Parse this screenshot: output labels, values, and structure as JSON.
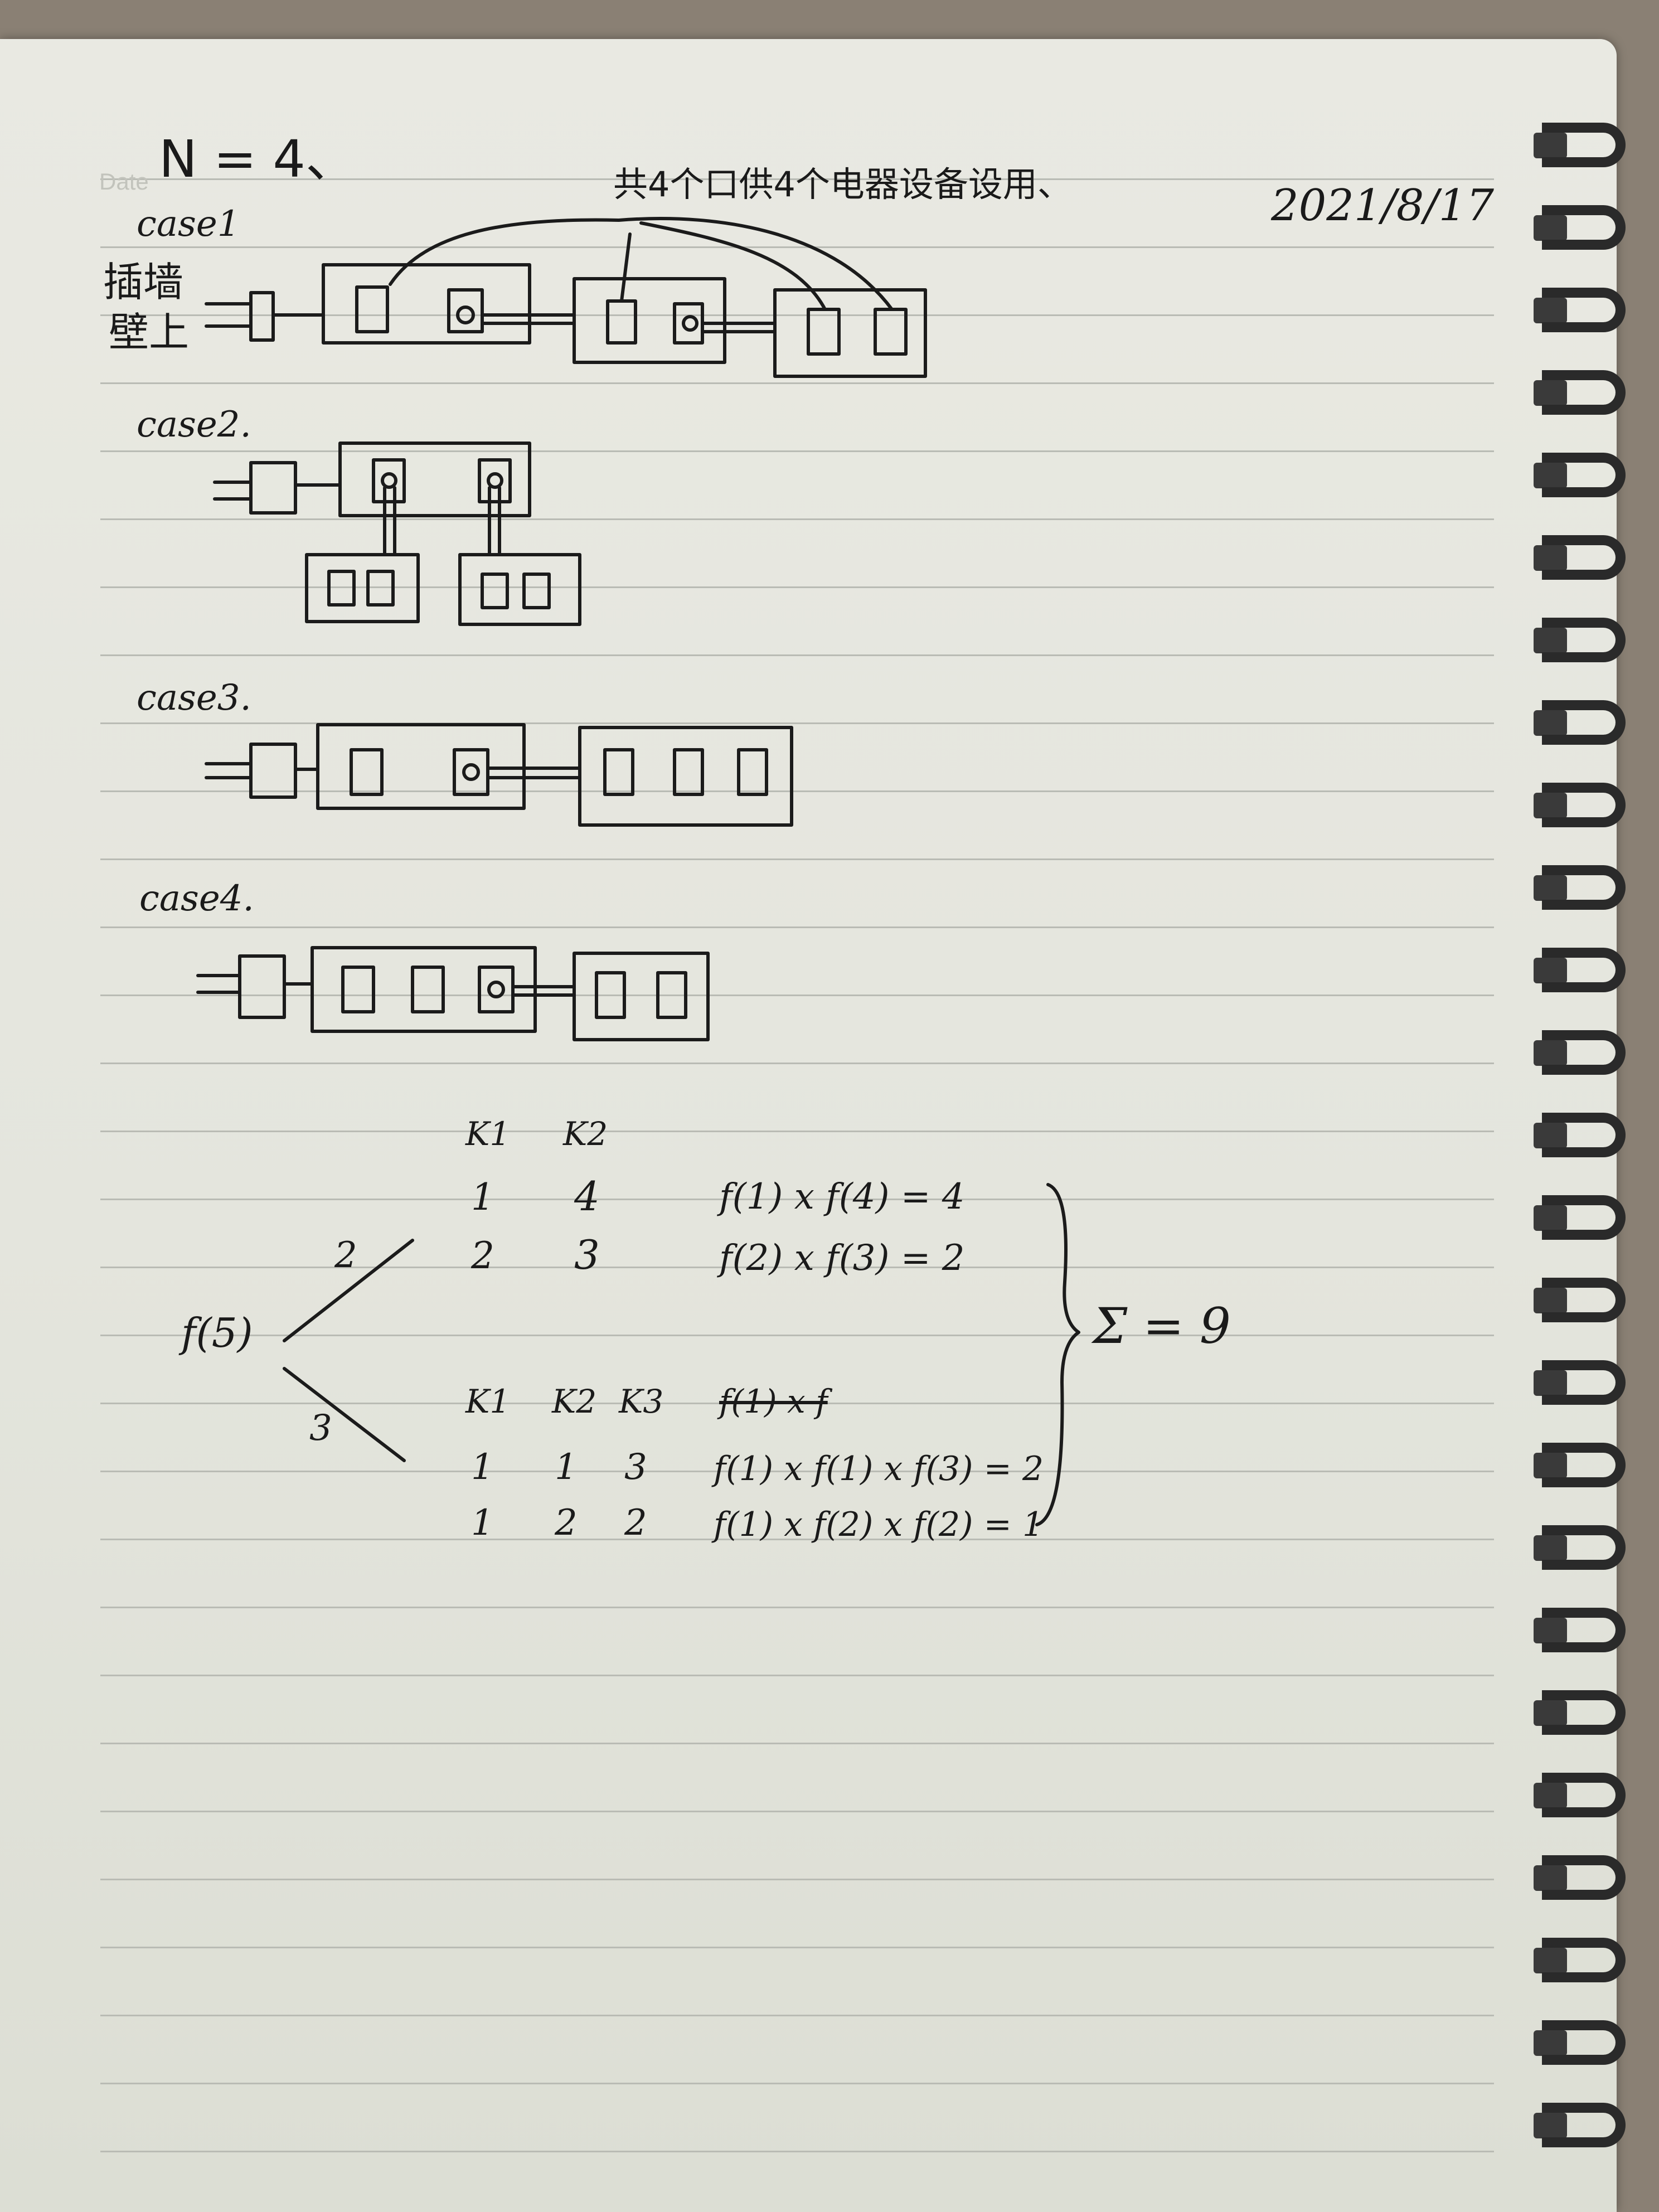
{
  "header": {
    "date_print": "Date",
    "n_label": "N = 4、",
    "note": "共4个口供4个电器设备设用、",
    "date_written": "2021/8/17"
  },
  "cases": {
    "case1": "case1",
    "wall_line1": "插墙",
    "wall_line2": "壁上",
    "case2": "case2.",
    "case3": "case3.",
    "case4": "case4."
  },
  "tree": {
    "root": "f(5)",
    "branch_top": "2",
    "branch_bottom": "3"
  },
  "table_two": {
    "headers": [
      "K1",
      "K2"
    ],
    "rows": [
      [
        "1",
        "4"
      ],
      [
        "2",
        "3"
      ]
    ],
    "formulas": [
      "f(1) x f(4) = 4",
      "f(2) x f(3) = 2"
    ]
  },
  "table_three": {
    "headers": [
      "K1",
      "K2",
      "K3"
    ],
    "rows": [
      [
        "1",
        "1",
        "3"
      ],
      [
        "1",
        "2",
        "2"
      ]
    ],
    "struck": "f(1) x f",
    "formulas": [
      "f(1) x f(1) x f(3) = 2",
      "f(1) x f(2) x f(2) = 1"
    ]
  },
  "sum": "Σ = 9"
}
